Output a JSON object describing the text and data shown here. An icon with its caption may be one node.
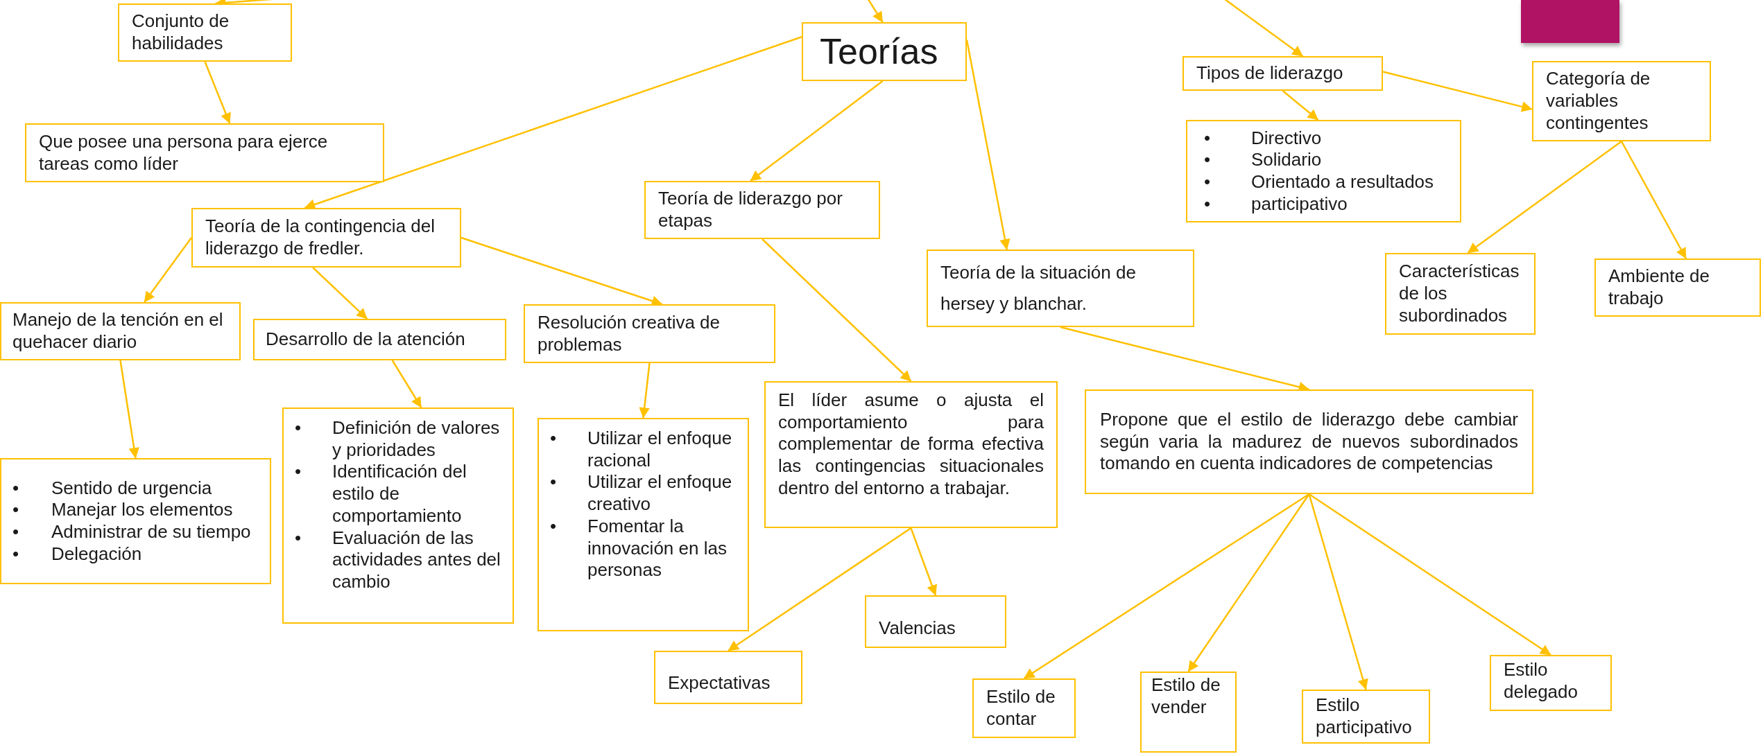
{
  "diagram": {
    "nodes": [
      {
        "text": [
          "Conjunto de habilidades"
        ]
      },
      {
        "text": [
          "Que posee una persona para ejerce tareas como líder"
        ]
      },
      {
        "text": [
          "Teorías"
        ]
      },
      {
        "text": [
          "Tipos de liderazgo"
        ]
      },
      {
        "text": [
          "•",
          "Directivo",
          "•",
          "Solidario",
          "•",
          "Orientado a resultados",
          "•",
          "participativo"
        ]
      },
      {
        "text": [
          "Categoría de variables contingentes"
        ]
      },
      {
        "text": [
          "Teoría de la contingencia del liderazgo de fredler."
        ]
      },
      {
        "text": [
          "Teoría de liderazgo por etapas"
        ]
      },
      {
        "text": [
          "Teoría de la situación de hersey y blanchar."
        ]
      },
      {
        "text": [
          "Características de los subordinados"
        ]
      },
      {
        "text": [
          "Ambiente de trabajo"
        ]
      },
      {
        "text": [
          "Manejo de la tención en el quehacer diario"
        ]
      },
      {
        "text": [
          "Desarrollo de la atención"
        ]
      },
      {
        "text": [
          "Resolución creativa de problemas"
        ]
      },
      {
        "text": [
          "El líder asume o ajusta el comportamiento para complementar de forma efectiva las contingencias situacionales dentro del entorno a trabajar."
        ]
      },
      {
        "text": [
          "Propone que el estilo de liderazgo debe cambiar según varia la madurez de nuevos subordinados tomando en cuenta indicadores de competencias"
        ]
      },
      {
        "text": [
          "•",
          "Sentido de urgencia",
          "•",
          "Manejar los elementos",
          "•",
          "Administrar de su tiempo",
          "•",
          "Delegación"
        ]
      },
      {
        "text": [
          "•",
          "Definición de valores y prioridades",
          "•",
          "Identificación del estilo de comportamiento",
          "•",
          "Evaluación de las actividades antes del cambio"
        ]
      },
      {
        "text": [
          "•",
          "Utilizar el enfoque racional",
          "•",
          "Utilizar el enfoque creativo",
          "•",
          "Fomentar la innovación en las personas"
        ]
      },
      {
        "text": [
          "Expectativas"
        ]
      },
      {
        "text": [
          "Valencias"
        ]
      },
      {
        "text": [
          "Estilo de contar"
        ]
      },
      {
        "text": [
          "Estilo de vender"
        ]
      },
      {
        "text": [
          "Estilo participativo"
        ]
      },
      {
        "text": [
          "Estilo delegado"
        ]
      }
    ],
    "edges": [
      {
        "from": null,
        "to": 0,
        "arrow": "to"
      },
      {
        "from": 0,
        "to": 1,
        "arrow": "to"
      },
      {
        "from": null,
        "to": 2,
        "arrow": "to"
      },
      {
        "from": 2,
        "to": 6,
        "arrow": "to"
      },
      {
        "from": 2,
        "to": 7,
        "arrow": "to"
      },
      {
        "from": 2,
        "to": 8,
        "arrow": "to"
      },
      {
        "from": null,
        "to": 3,
        "arrow": "to"
      },
      {
        "from": 3,
        "to": 4,
        "arrow": "to"
      },
      {
        "from": 3,
        "to": 5,
        "arrow": "to"
      },
      {
        "from": 5,
        "to": 9,
        "arrow": "to"
      },
      {
        "from": 5,
        "to": 10,
        "arrow": "to"
      },
      {
        "from": 6,
        "to": 11,
        "arrow": "to"
      },
      {
        "from": 6,
        "to": 12,
        "arrow": "to"
      },
      {
        "from": 6,
        "to": 13,
        "arrow": "to"
      },
      {
        "from": 11,
        "to": 16,
        "arrow": "to"
      },
      {
        "from": 12,
        "to": 17,
        "arrow": "to"
      },
      {
        "from": 13,
        "to": 18,
        "arrow": "to"
      },
      {
        "from": 7,
        "to": 14,
        "arrow": "to"
      },
      {
        "from": 14,
        "to": 19,
        "arrow": "to"
      },
      {
        "from": 14,
        "to": 20,
        "arrow": "to"
      },
      {
        "from": 8,
        "to": 15,
        "arrow": "to"
      },
      {
        "from": 15,
        "to": 21,
        "arrow": "to"
      },
      {
        "from": 15,
        "to": 22,
        "arrow": "to"
      },
      {
        "from": 15,
        "to": 23,
        "arrow": "to"
      },
      {
        "from": 15,
        "to": 24,
        "arrow": "to"
      }
    ]
  }
}
